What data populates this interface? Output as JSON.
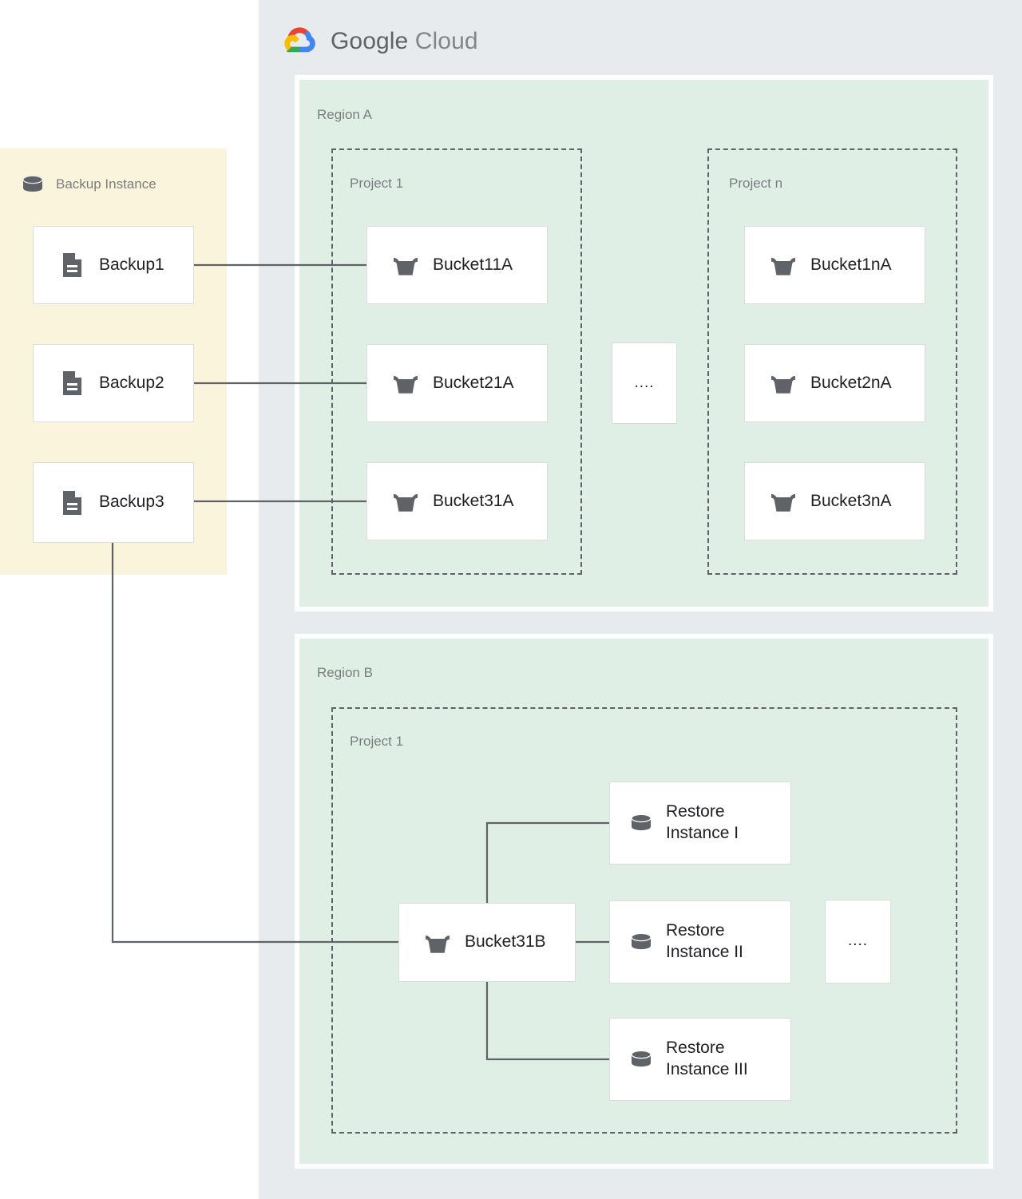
{
  "cloud": {
    "brand_primary": "Google",
    "brand_secondary": "Cloud",
    "logo_icon": "google-cloud-logo-icon",
    "panel_color": "#e8ebee"
  },
  "backup_zone": {
    "label": "Backup Instance",
    "icon": "database-cylinder-icon",
    "panel_color": "#fbf4dc",
    "items": [
      {
        "label": "Backup1",
        "icon": "document-icon"
      },
      {
        "label": "Backup2",
        "icon": "document-icon"
      },
      {
        "label": "Backup3",
        "icon": "document-icon"
      }
    ]
  },
  "regions": [
    {
      "label": "Region A",
      "color": "#e0efe6",
      "projects": [
        {
          "label": "Project 1",
          "nodes": [
            {
              "label": "Bucket11A",
              "icon": "storage-bucket-icon"
            },
            {
              "label": "Bucket21A",
              "icon": "storage-bucket-icon"
            },
            {
              "label": "Bucket31A",
              "icon": "storage-bucket-icon"
            }
          ]
        },
        {
          "label": "Project n",
          "nodes": [
            {
              "label": "Bucket1nA",
              "icon": "storage-bucket-icon"
            },
            {
              "label": "Bucket2nA",
              "icon": "storage-bucket-icon"
            },
            {
              "label": "Bucket3nA",
              "icon": "storage-bucket-icon"
            }
          ]
        }
      ],
      "ellipsis": "...."
    },
    {
      "label": "Region B",
      "color": "#e0efe6",
      "projects": [
        {
          "label": "Project 1",
          "nodes": [
            {
              "label": "Bucket31B",
              "icon": "storage-bucket-icon"
            },
            {
              "label": "Restore\nInstance I",
              "icon": "database-cylinder-icon"
            },
            {
              "label": "Restore\nInstance II",
              "icon": "database-cylinder-icon"
            },
            {
              "label": "Restore\nInstance III",
              "icon": "database-cylinder-icon"
            }
          ]
        }
      ],
      "ellipsis": "...."
    }
  ]
}
